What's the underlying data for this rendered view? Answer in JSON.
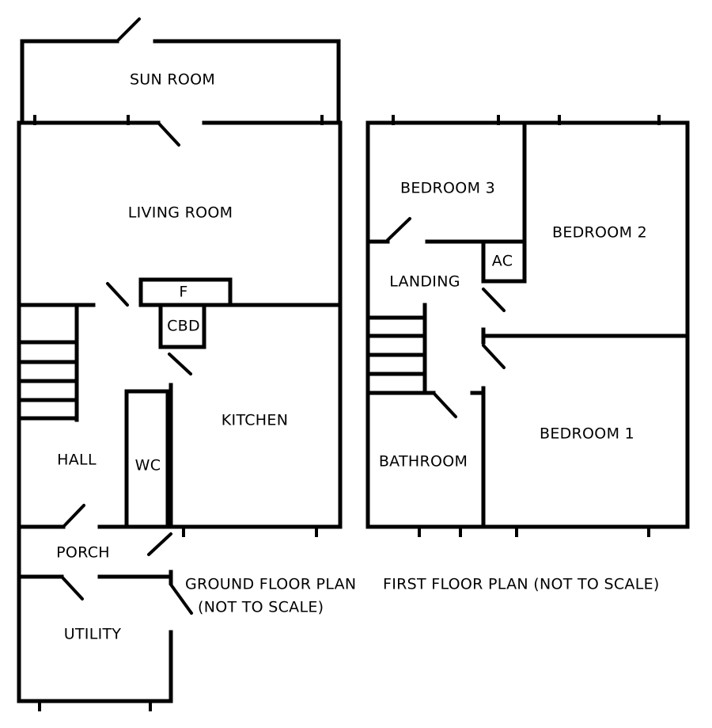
{
  "ground_floor": {
    "rooms": {
      "sun_room": "SUN ROOM",
      "living_room": "LIVING ROOM",
      "fireplace": "F",
      "cupboard": "CBD",
      "kitchen": "KITCHEN",
      "hall": "HALL",
      "wc": "WC",
      "porch": "PORCH",
      "utility": "UTILITY"
    },
    "caption_line1": "GROUND FLOOR PLAN",
    "caption_line2": "(NOT TO SCALE)"
  },
  "first_floor": {
    "rooms": {
      "bedroom_3": "BEDROOM 3",
      "bedroom_2": "BEDROOM 2",
      "airing_cupboard": "AC",
      "landing": "LANDING",
      "bedroom_1": "BEDROOM 1",
      "bathroom": "BATHROOM"
    },
    "caption": "FIRST FLOOR PLAN (NOT TO SCALE)"
  }
}
